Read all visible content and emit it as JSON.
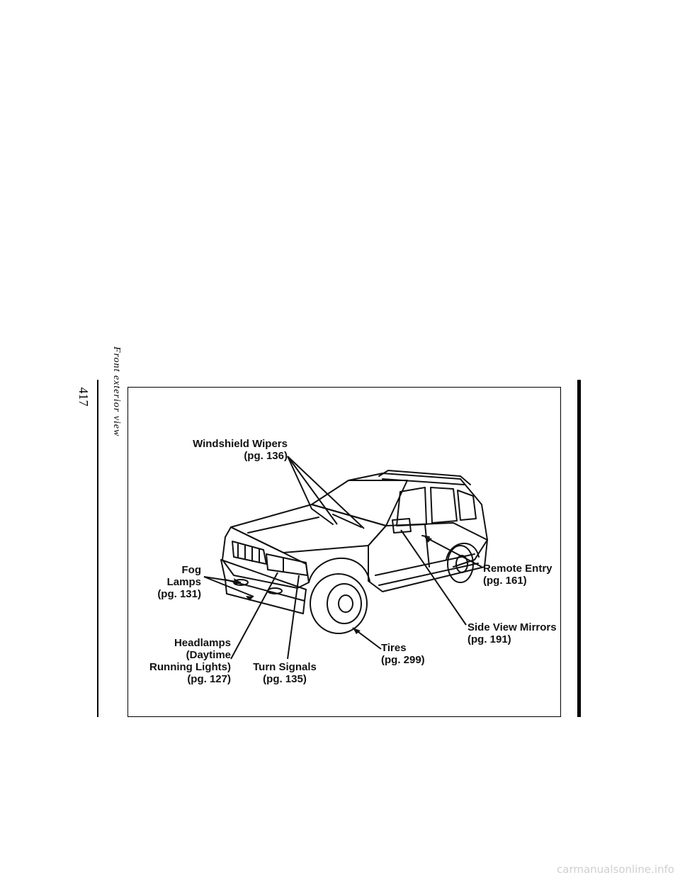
{
  "page": {
    "number": "417",
    "section_title": "Front exterior view"
  },
  "figure": {
    "labels": {
      "windshield_wipers": "Windshield Wipers\n(pg. 136)",
      "fog_lamps": "Fog\nLamps\n(pg. 131)",
      "remote_entry": "Remote Entry\n(pg. 161)",
      "side_view_mirrors": "Side View Mirrors\n(pg. 191)",
      "tires": "Tires\n(pg. 299)",
      "headlamps": "Headlamps\n(Daytime\nRunning Lights)\n(pg. 127)",
      "turn_signals": "Turn Signals\n(pg. 135)"
    }
  },
  "footer": {
    "watermark": "carmanualsonline.info"
  }
}
